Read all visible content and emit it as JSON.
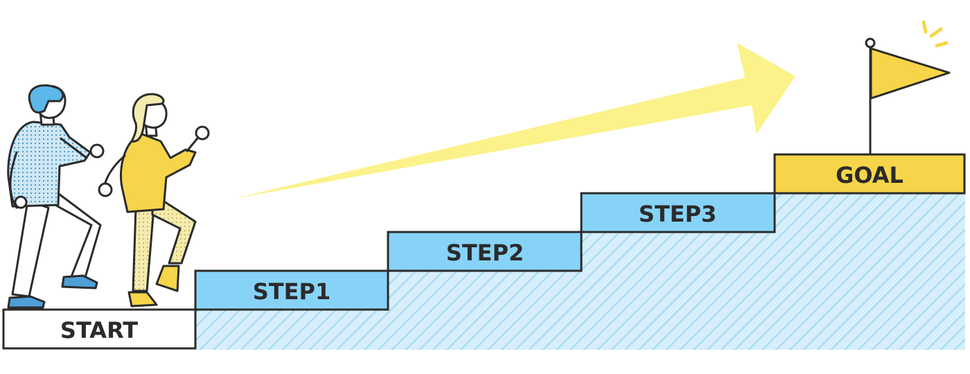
{
  "steps": {
    "start_label": "START",
    "step1_label": "STEP1",
    "step2_label": "STEP2",
    "step3_label": "STEP3",
    "goal_label": "GOAL"
  },
  "colors": {
    "outline": "#2b2b2b",
    "step_fill": "#87d3f8",
    "hatch_bg": "#d7effb",
    "hatch_line": "#a8dcf4",
    "goal_fill": "#f6d54a",
    "arrow_fill": "#fbf28a",
    "flag_fill": "#f6d54a",
    "man_shirt": "#cfe7f4",
    "man_hair": "#5bb8e8",
    "woman_jacket": "#f6d54a",
    "woman_pants": "#f3ebb0"
  },
  "illustration": {
    "figures": [
      "man-climbing",
      "woman-climbing"
    ],
    "goal_marker": "flag-icon",
    "direction_marker": "arrow-icon"
  }
}
